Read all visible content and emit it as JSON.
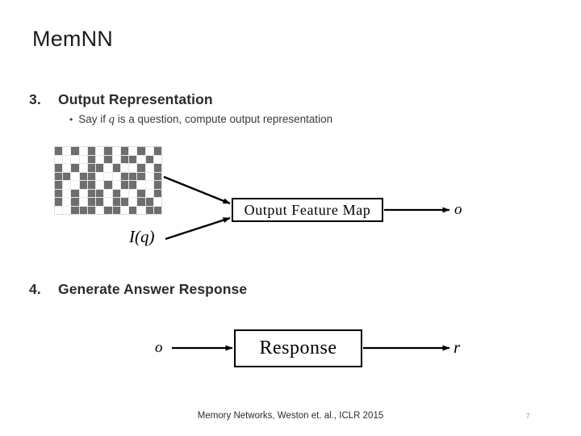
{
  "slide": {
    "title": "MemNN",
    "footer_citation": "Memory Networks, Weston et. al., ICLR 2015",
    "page_number": "7"
  },
  "steps": [
    {
      "number": "3.",
      "label": "Output Representation",
      "bullet": {
        "marker": "•",
        "text_before": "Say if ",
        "variable": "q",
        "text_after": " is a question, compute output representation"
      }
    },
    {
      "number": "4.",
      "label": "Generate Answer Response"
    }
  ],
  "diagram": {
    "output_feature_map_box_label": "Output Feature Map",
    "response_box_label": "Response",
    "labels": {
      "input_function": "I(q)",
      "output_o_right": "o",
      "output_o_left": "o",
      "response_r": "r"
    },
    "colors": {
      "cell_on": "#6e6e6e",
      "cell_off": "#ffffff",
      "grid_line": "#e9e9e9",
      "box_border": "#000000",
      "arrow": "#000000"
    }
  },
  "memory_matrix": {
    "rows": 8,
    "cols": 13,
    "cells": [
      [
        1,
        0,
        1,
        0,
        1,
        0,
        1,
        0,
        1,
        0,
        1,
        0,
        1
      ],
      [
        0,
        0,
        0,
        0,
        1,
        0,
        1,
        0,
        1,
        1,
        0,
        1,
        0
      ],
      [
        1,
        0,
        1,
        0,
        1,
        1,
        0,
        1,
        0,
        0,
        1,
        0,
        1
      ],
      [
        1,
        1,
        0,
        1,
        1,
        0,
        0,
        0,
        1,
        1,
        1,
        0,
        1
      ],
      [
        1,
        0,
        0,
        1,
        1,
        0,
        1,
        0,
        1,
        1,
        0,
        0,
        1
      ],
      [
        1,
        0,
        1,
        0,
        1,
        1,
        0,
        1,
        0,
        0,
        1,
        0,
        1
      ],
      [
        1,
        0,
        1,
        0,
        1,
        1,
        0,
        1,
        1,
        0,
        1,
        1,
        0
      ],
      [
        0,
        0,
        1,
        1,
        1,
        0,
        1,
        1,
        0,
        1,
        0,
        1,
        1
      ]
    ]
  }
}
